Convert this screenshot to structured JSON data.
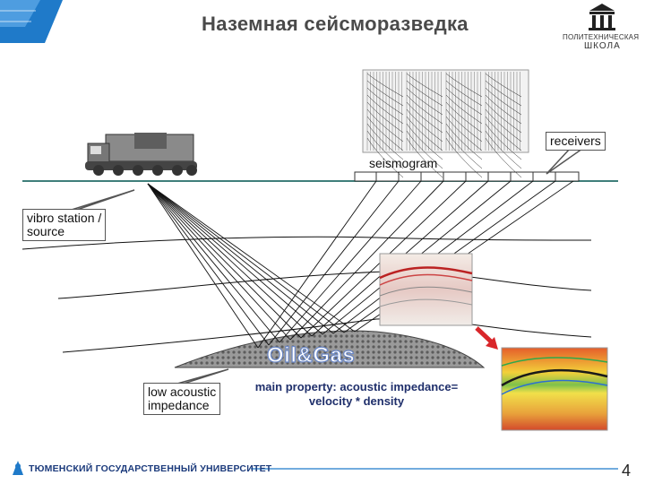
{
  "header": {
    "title": "Наземная сейсморазведка",
    "logo_line1": "ПОЛИТЕХНИЧЕСКАЯ",
    "logo_line2": "ШКОЛА"
  },
  "labels": {
    "receivers": "receivers",
    "seismogram": "seismogram",
    "source_line1": "vibro station /",
    "source_line2": "source",
    "reservoir": "Oil&Gas",
    "impedance_line1": "low acoustic",
    "impedance_line2": "impedance",
    "main_property_line1": "main property: acoustic impedance=",
    "main_property_line2": "velocity * density"
  },
  "footer": {
    "university": "ТЮМЕНСКИЙ ГОСУДАРСТВЕННЫЙ УНИВЕРСИТЕТ",
    "page_number": "4"
  },
  "colors": {
    "accent_blue": "#1f7ac9",
    "footer_blue": "#1c3b7c",
    "surface_line": "#3f7f7a",
    "reservoir_fill": "#8a8a8a",
    "text_dark": "#4a4a4a",
    "arrow_red": "#d9262a"
  }
}
